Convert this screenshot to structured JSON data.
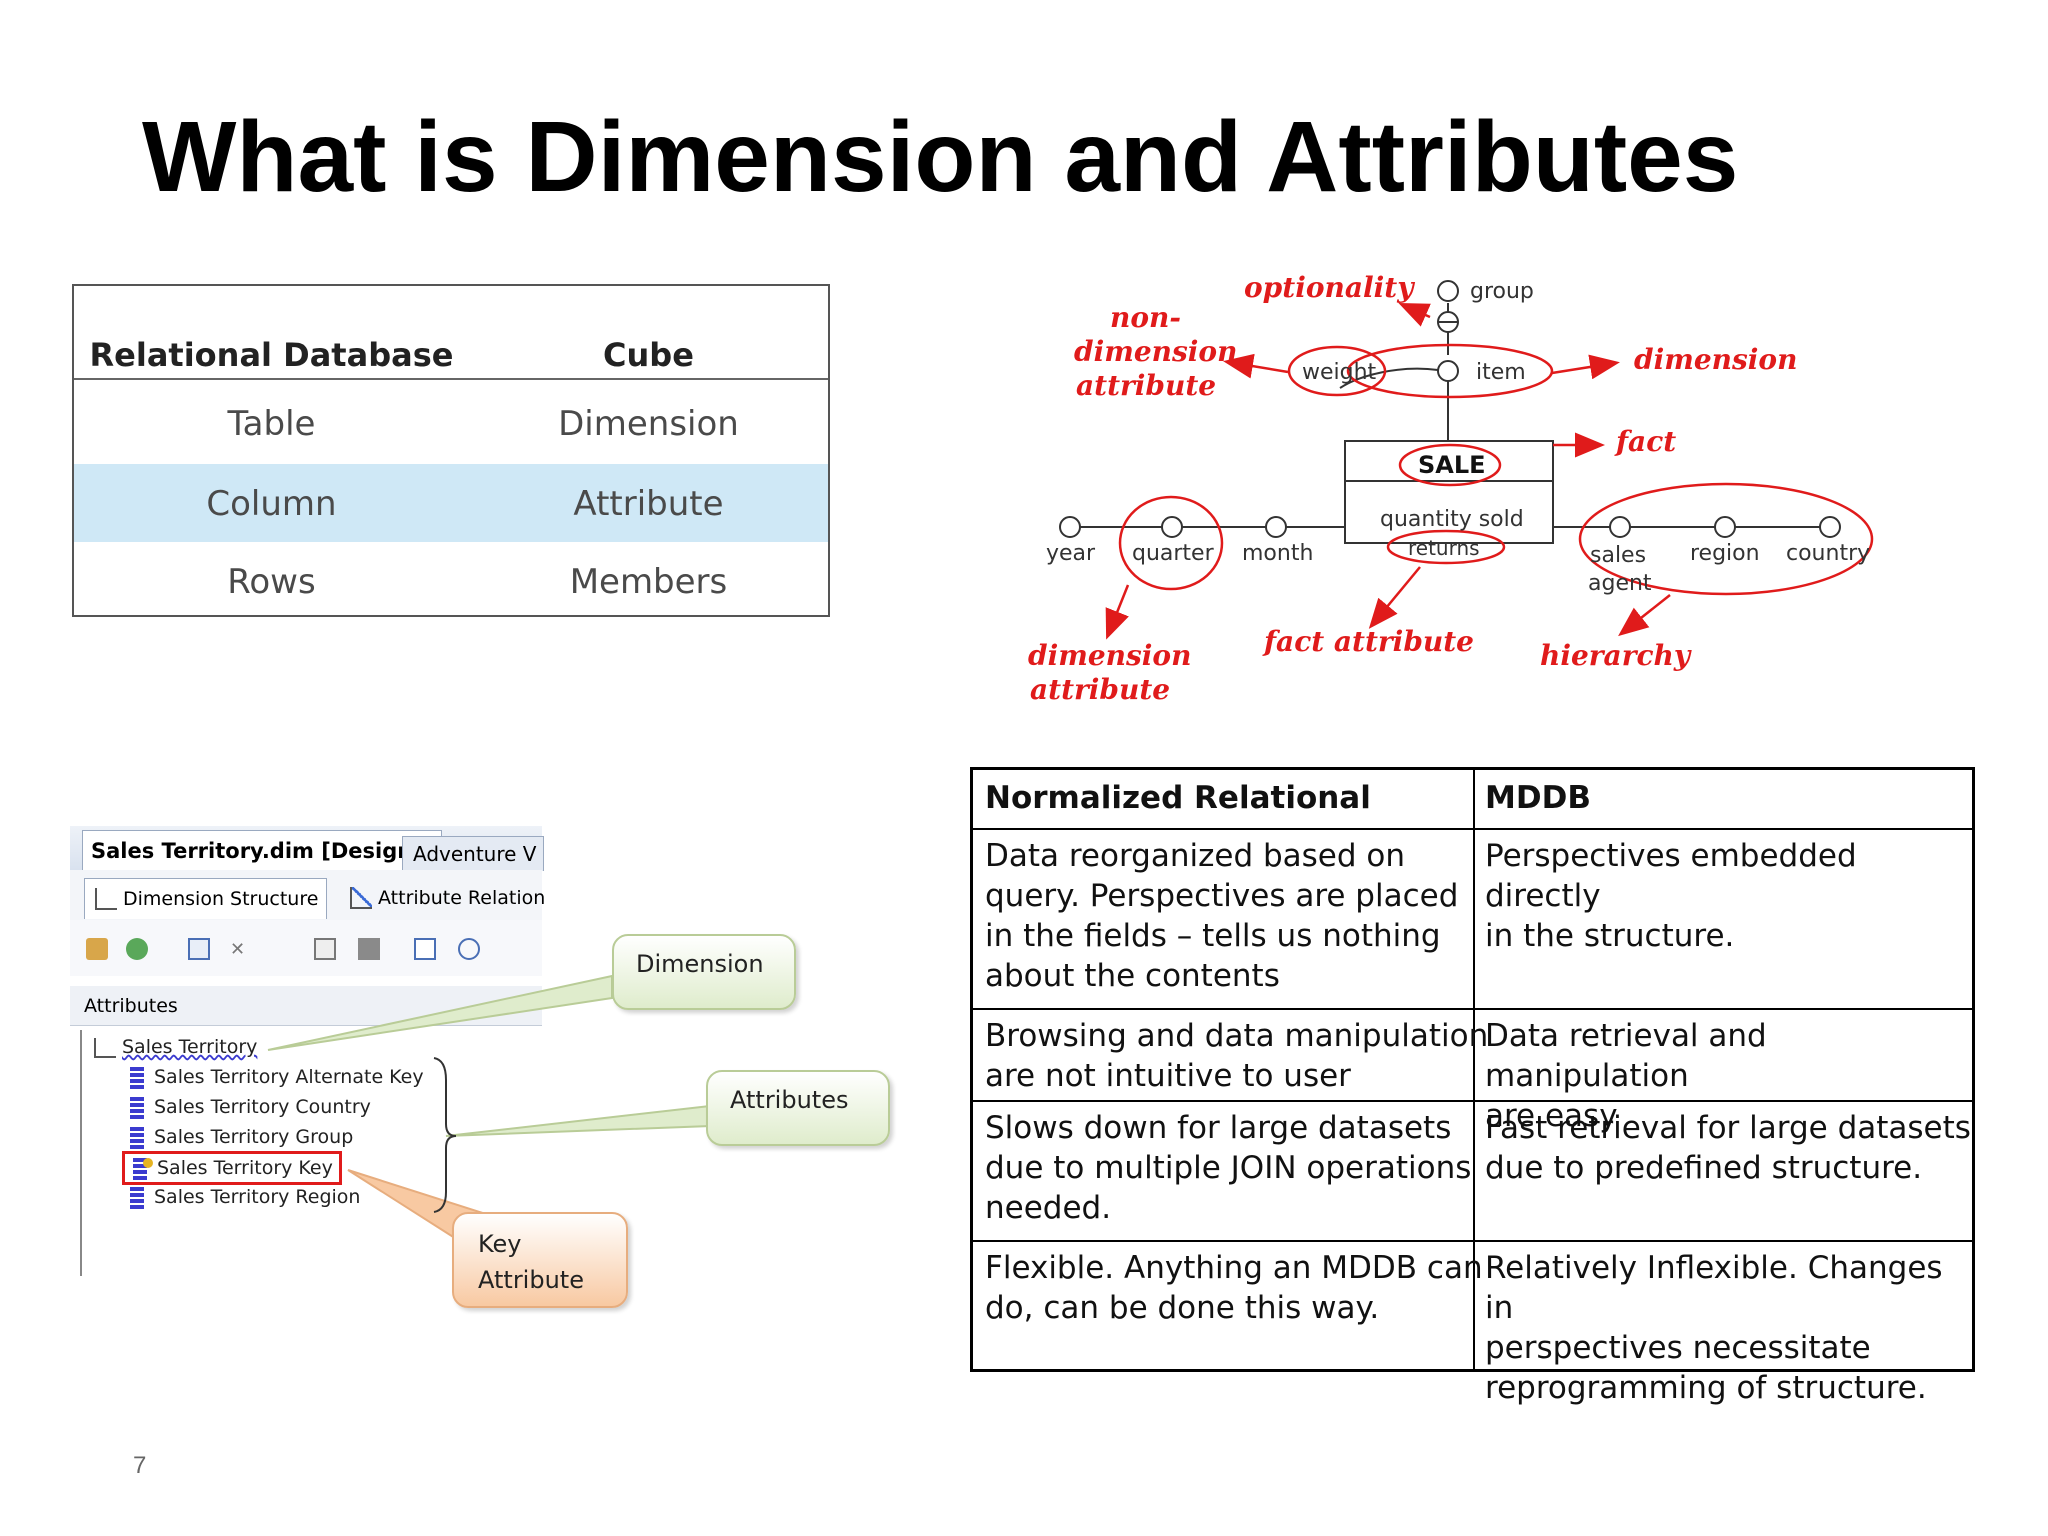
{
  "title": "What is Dimension and Attributes",
  "mapping_table": {
    "headers": [
      "Relational Database",
      "Cube"
    ],
    "rows": [
      [
        "Table",
        "Dimension"
      ],
      [
        "Column",
        "Attribute"
      ],
      [
        "Rows",
        "Members"
      ]
    ],
    "highlight_row_color": "#cfe8f6"
  },
  "er_diagram": {
    "red_labels": {
      "optionality": "optionality",
      "non_dimension_1": "non-",
      "non_dimension_2": "dimension",
      "non_dimension_3": "attribute",
      "dimension": "dimension",
      "fact": "fact",
      "dimension_attribute_1": "dimension",
      "dimension_attribute_2": "attribute",
      "fact_attribute": "fact attribute",
      "hierarchy": "hierarchy"
    },
    "nodes": {
      "group": "group",
      "weight": "weight",
      "item": "item",
      "sale": "SALE",
      "quantity_sold": "quantity sold",
      "returns": "returns",
      "year": "year",
      "quarter": "quarter",
      "month": "month",
      "sales_agent_1": "sales",
      "sales_agent_2": "agent",
      "region": "region",
      "country": "country"
    },
    "accent_color": "#e01b1b"
  },
  "ssas": {
    "doc_tab_active": "Sales Territory.dim [Design]*",
    "doc_tab_inactive": "Adventure V",
    "sub_tab_1": "Dimension Structure",
    "sub_tab_2": "Attribute Relation",
    "attributes_header": "Attributes",
    "dimension_name": "Sales Territory",
    "attributes": [
      "Sales Territory Alternate Key",
      "Sales Territory Country",
      "Sales Territory Group",
      "Sales Territory Key",
      "Sales Territory Region"
    ],
    "callouts": {
      "dimension": "Dimension",
      "attributes": "Attributes",
      "key_1": "Key",
      "key_2": "Attribute"
    }
  },
  "comparison_table": {
    "headers": [
      "Normalized Relational",
      "MDDB"
    ],
    "rows": [
      [
        [
          "Data reorganized based on",
          "query. Perspectives are placed",
          "in the fields – tells us nothing",
          "about the contents"
        ],
        [
          "Perspectives embedded directly",
          "in the structure."
        ]
      ],
      [
        [
          "Browsing and data manipulation",
          "are not intuitive to user"
        ],
        [
          "Data retrieval and manipulation",
          "are easy"
        ]
      ],
      [
        [
          "Slows down for large datasets",
          "due to multiple JOIN operations",
          "needed."
        ],
        [
          "Fast retrieval for large datasets",
          "due to predefined structure."
        ]
      ],
      [
        [
          "Flexible. Anything an MDDB can",
          "do, can be done this way."
        ],
        [
          "Relatively Inflexible. Changes in",
          "perspectives necessitate",
          "reprogramming of structure."
        ]
      ]
    ]
  },
  "page_number": "7"
}
